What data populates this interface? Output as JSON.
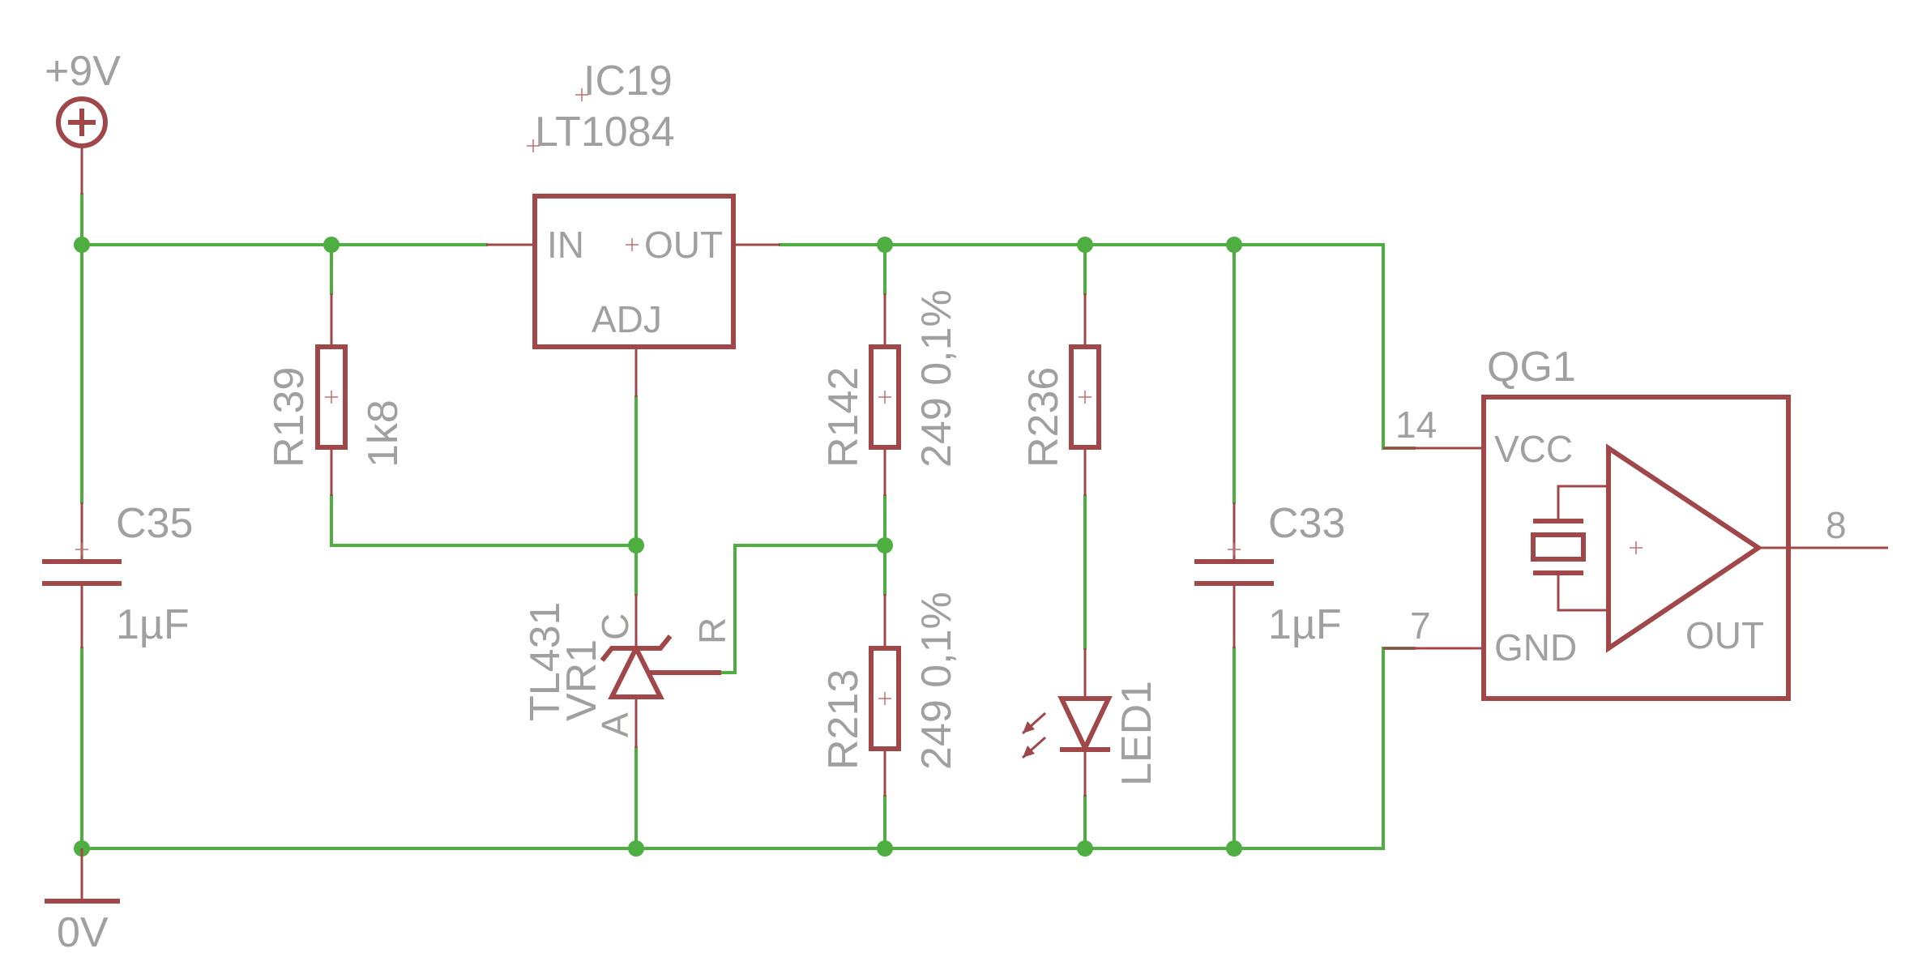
{
  "colors": {
    "wire": "#4fae42",
    "symbol": "#a0474a",
    "label": "#a0a0a0",
    "background": "#ffffff"
  },
  "supply": {
    "pos_label": "+9V",
    "gnd_label": "0V"
  },
  "ic19": {
    "name": "IC19",
    "value": "LT1084",
    "pin_in": "IN",
    "pin_out": "OUT",
    "pin_adj": "ADJ"
  },
  "r139": {
    "name": "R139",
    "value": "1k8"
  },
  "c35": {
    "name": "C35",
    "value": "1µF"
  },
  "vr1": {
    "name": "VR1",
    "value": "TL431",
    "pin_a": "A",
    "pin_c": "C",
    "pin_r": "R"
  },
  "r142": {
    "name": "R142",
    "value": "249 0,1%"
  },
  "r213": {
    "name": "R213",
    "value": "249 0,1%"
  },
  "r236": {
    "name": "R236"
  },
  "led1": {
    "name": "LED1"
  },
  "c33": {
    "name": "C33",
    "value": "1µF"
  },
  "qg1": {
    "name": "QG1",
    "pin_vcc": "VCC",
    "pin_gnd": "GND",
    "pin_out": "OUT",
    "pin_14": "14",
    "pin_7": "7",
    "pin_8": "8"
  }
}
